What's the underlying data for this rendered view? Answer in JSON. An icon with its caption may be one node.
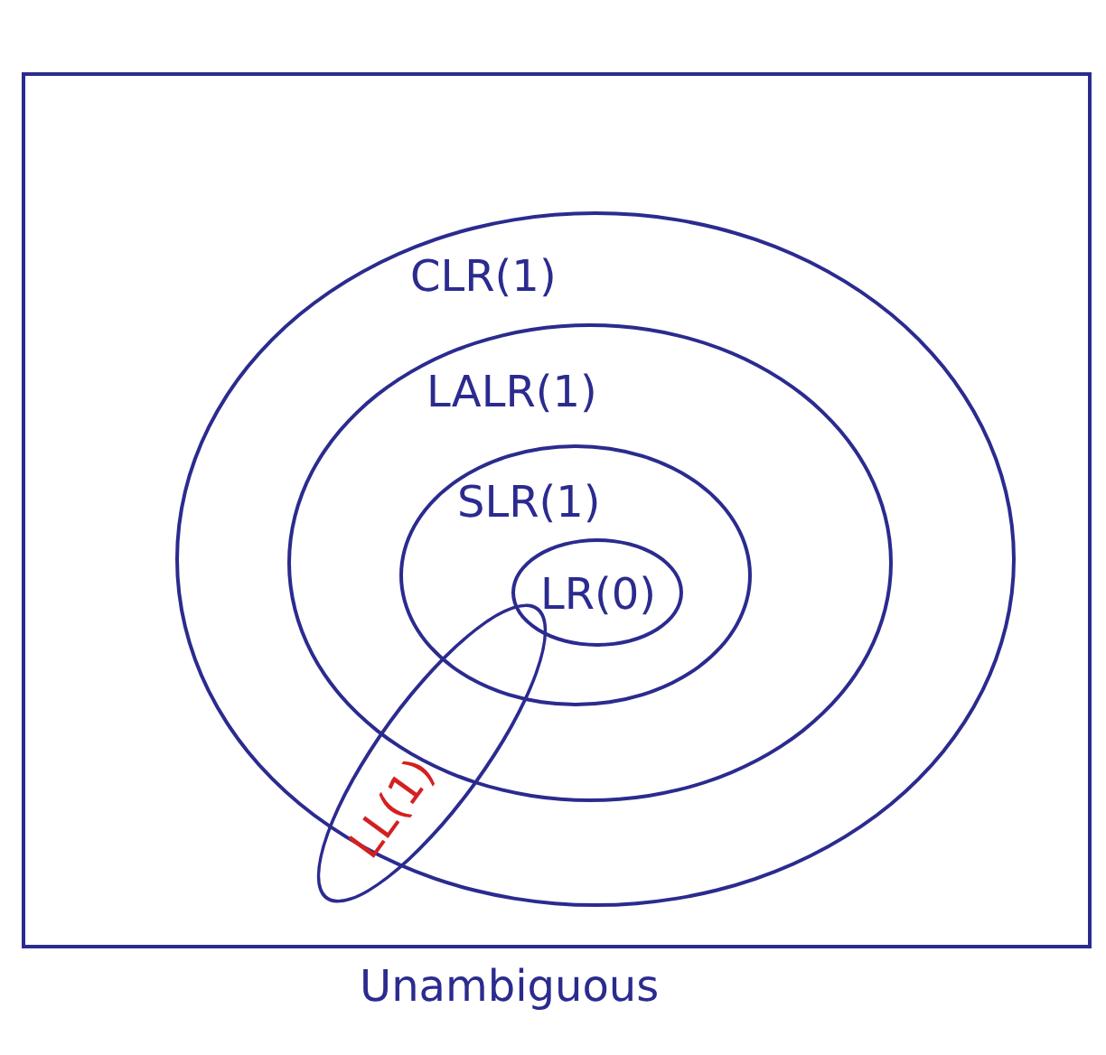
{
  "diagram": {
    "nodes": [
      {
        "text": [
          "Unambiguous"
        ]
      },
      {
        "text": [
          "CLR(1)"
        ],
        "in": 0
      },
      {
        "text": [
          "LALR(1)"
        ],
        "in": 1
      },
      {
        "text": [
          "SLR(1)"
        ],
        "in": 2
      },
      {
        "text": [
          "LR(0)"
        ],
        "in": 3
      },
      {
        "text": [
          "LL(1)"
        ],
        "in": 0
      }
    ]
  }
}
